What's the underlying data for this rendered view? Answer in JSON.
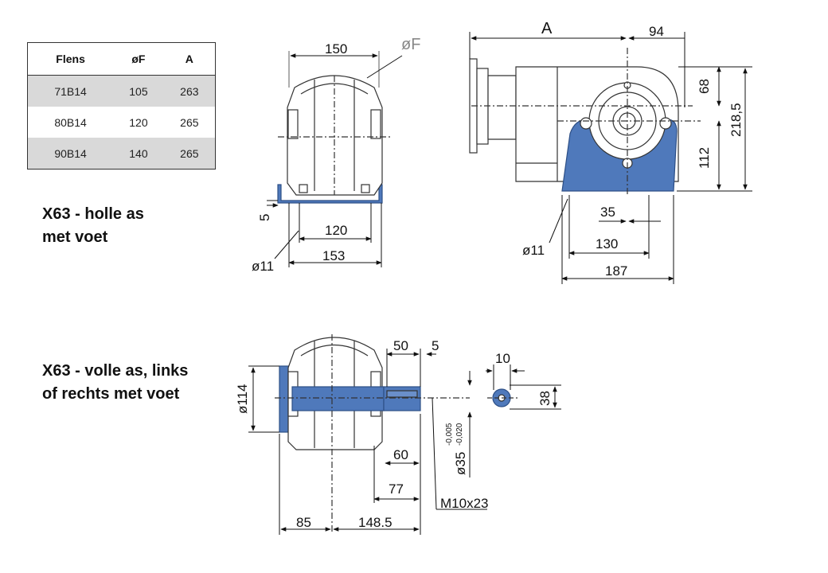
{
  "table": {
    "headers": [
      "Flens",
      "øF",
      "A"
    ],
    "rows": [
      [
        "71B14",
        "105",
        "263"
      ],
      [
        "80B14",
        "120",
        "265"
      ],
      [
        "90B14",
        "140",
        "265"
      ]
    ]
  },
  "titles": {
    "hollow": "X63 - holle as\nmet voet",
    "solid": "X63 - volle as, links\nof rechts met voet"
  },
  "dims": {
    "front_width": "150",
    "flange_dia": "øF",
    "foot_thickness": "5",
    "hole_spacing_front": "120",
    "foot_width_front": "153",
    "hole_dia_front": "ø11",
    "dim_a": "A",
    "offset_94": "94",
    "height_68": "68",
    "total_height": "218,5",
    "axis_height": "112",
    "d35": "35",
    "d130": "130",
    "d187": "187",
    "hole_dia_side": "ø11",
    "shaft_len_50": "50",
    "key_offset_5": "5",
    "flange_dia_114": "ø114",
    "d60": "60",
    "d77": "77",
    "tol_upper": "-0,005",
    "tol_lower": "-0,020",
    "shaft_dia": "ø35",
    "thread": "M10x23",
    "d85": "85",
    "d148": "148.5",
    "key_width": "10",
    "key_height": "38"
  },
  "colors": {
    "foot_blue": "#4f79bb",
    "line": "#333333",
    "body": "#ffffff"
  }
}
